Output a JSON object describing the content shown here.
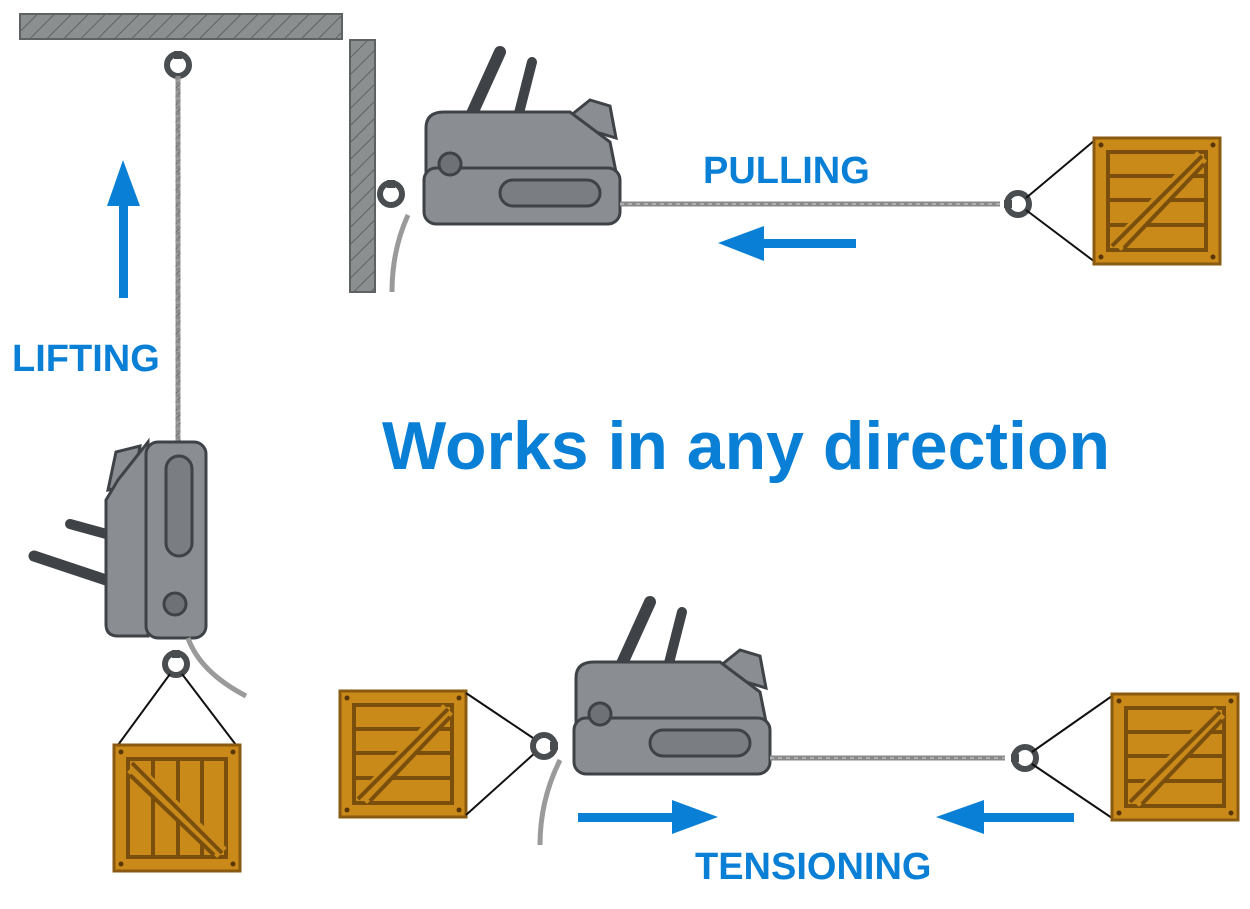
{
  "colors": {
    "accent": "#0a7fd6",
    "hoist_body": "#8a8d92",
    "hoist_side": "#6e7176",
    "hoist_dark": "#3f4246",
    "crate": "#c98a1a",
    "crate_dark": "#7a4f0e",
    "wall": "#8c8f8f",
    "cable": "#9a9a9a"
  },
  "labels": {
    "lifting": "LIFTING",
    "pulling": "PULLING",
    "tensioning": "TENSIONING",
    "headline": "Works in any direction"
  },
  "icons": [
    "ceiling-anchor-icon",
    "wall-anchor-icon",
    "hoist-icon",
    "hook-icon",
    "crate-icon",
    "arrow-icon"
  ]
}
